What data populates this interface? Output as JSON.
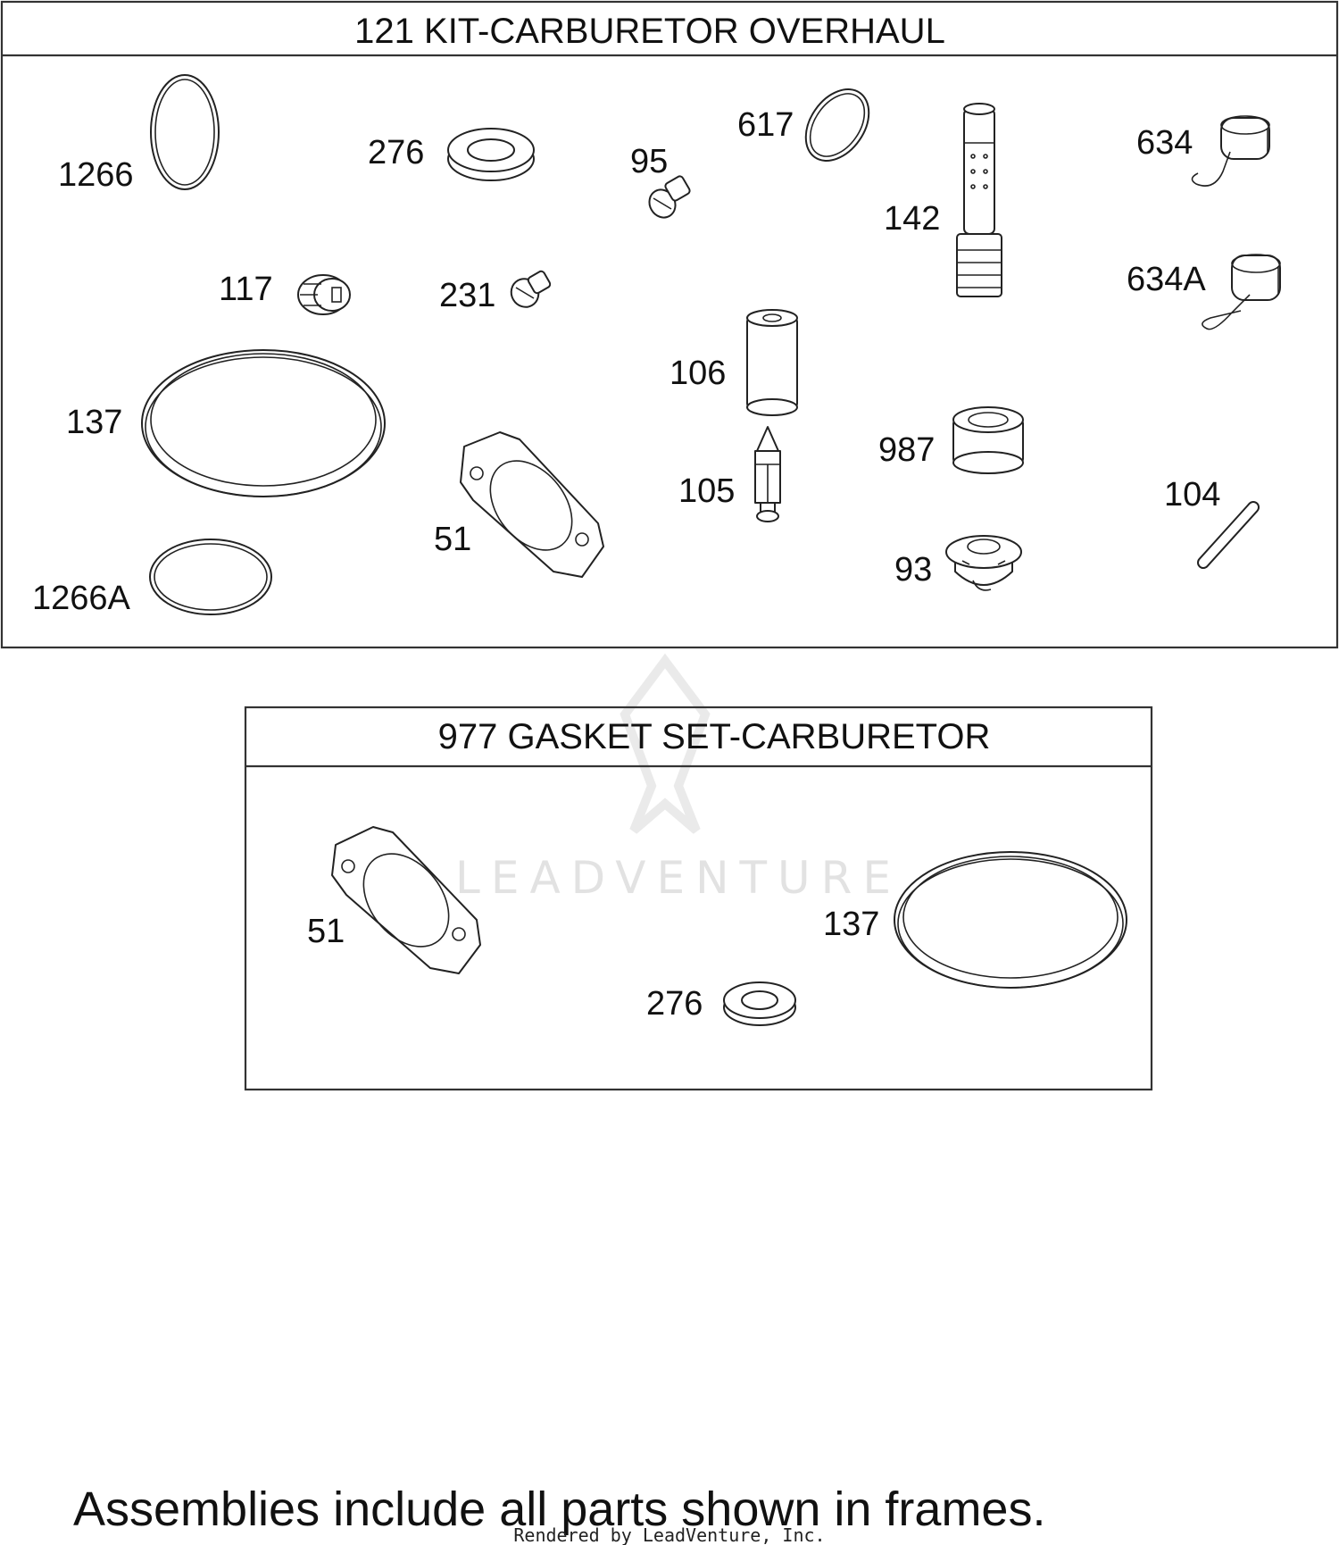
{
  "kit_overhaul": {
    "title": "121 KIT-CARBURETOR OVERHAUL",
    "labels": {
      "p1266": "1266",
      "p276": "276",
      "p95": "95",
      "p617": "617",
      "p142": "142",
      "p634": "634",
      "p117": "117",
      "p231": "231",
      "p634a": "634A",
      "p106": "106",
      "p137": "137",
      "p987": "987",
      "p105": "105",
      "p104": "104",
      "p51": "51",
      "p1266a": "1266A",
      "p93": "93"
    }
  },
  "gasket_set": {
    "title": "977 GASKET SET-CARBURETOR",
    "labels": {
      "p51": "51",
      "p137": "137",
      "p276": "276"
    }
  },
  "footer": {
    "note": "Assemblies include all parts shown in frames.",
    "credit": "Rendered by LeadVenture, Inc."
  },
  "watermark": {
    "text": "LEADVENTURE"
  }
}
